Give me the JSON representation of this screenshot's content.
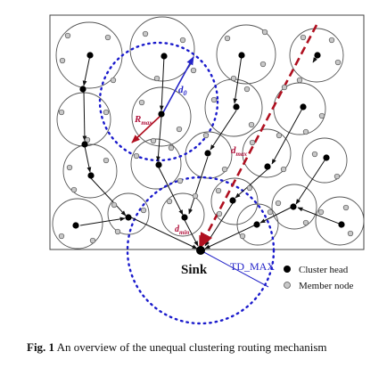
{
  "labels": {
    "sink": "Sink",
    "td_max": "TD_MAX",
    "d0": "d",
    "d0_sub": "0",
    "rmax": "R",
    "rmax_sub": "max",
    "dmax": "d",
    "dmax_sub": "max",
    "dmin": "d",
    "dmin_sub": "min"
  },
  "legend": {
    "cluster_head": "Cluster head",
    "member_node": "Member node"
  },
  "caption": {
    "label": "Fig. 1",
    "text": "An overview of the unequal clustering routing mechanism"
  },
  "colors": {
    "background": "#ffffff",
    "frame": "#444444",
    "cluster_circle": "#555555",
    "cluster_head": "#000000",
    "member_node_fill": "#c8c8c8",
    "member_node_stroke": "#555555",
    "dotted_circle": "#1a1acc",
    "label_blue": "#2424c8",
    "label_red": "#b0103a",
    "route_dashed": "#b01020",
    "td_max_line": "#2424c8"
  }
}
